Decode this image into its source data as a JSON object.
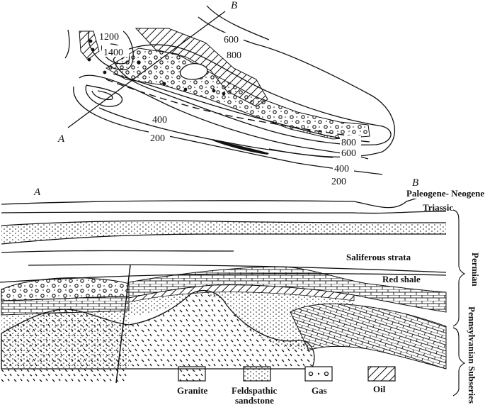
{
  "map": {
    "section_start": "A",
    "section_end": "B",
    "contours": {
      "c1200": "1200",
      "c1400": "1400",
      "c600_top": "600",
      "c800_top": "800",
      "c400_mid": "400",
      "c200_mid": "200",
      "c800_right": "800",
      "c600_right": "600",
      "c400_right": "400",
      "c200_right": "200"
    }
  },
  "section": {
    "start": "A",
    "end": "B",
    "labels": {
      "paleogene_neogene": "Paleogene- Neogene",
      "triassic": "Triassic",
      "saliferous": "Saliferous strata",
      "red_shale": "Red shale",
      "permian": "Permian",
      "pennsylvanian": "Pennsylvanian Subseries"
    }
  },
  "legend": {
    "items": [
      {
        "label": "Granite",
        "pattern": "granite"
      },
      {
        "label": "Feldspathic\nsandstone",
        "pattern": "sandstone"
      },
      {
        "label": "Gas",
        "pattern": "gas"
      },
      {
        "label": "Oil",
        "pattern": "oil"
      }
    ]
  },
  "colors": {
    "ink": "#111111",
    "paper": "#ffffff"
  }
}
